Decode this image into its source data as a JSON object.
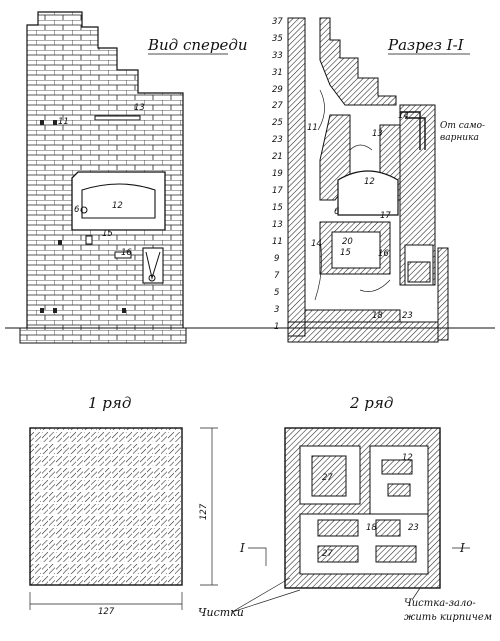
{
  "titles": {
    "front_view": "Вид спереди",
    "section": "Разрез I-I",
    "row1": "1 ряд",
    "row2": "2 ряд"
  },
  "front_labels": {
    "l11": "11",
    "l13": "13",
    "l12": "12",
    "l6": "6",
    "l15": "15",
    "l16": "16"
  },
  "section_rows": [
    "37",
    "35",
    "33",
    "31",
    "29",
    "27",
    "25",
    "23",
    "21",
    "19",
    "17",
    "15",
    "13",
    "11",
    "9",
    "7",
    "5",
    "3",
    "1"
  ],
  "section_labels": {
    "samovar": "От само-\nварника",
    "l14": "14",
    "l13": "13",
    "l11": "11",
    "l12": "12",
    "l6": "6",
    "l17": "17",
    "l20": "20",
    "l15": "15",
    "l16": "16",
    "l18": "18",
    "l23": "23",
    "l14b": "14"
  },
  "dimensions": {
    "width": "127",
    "depth": "127"
  },
  "plan2_labels": {
    "l12": "12",
    "l27": "27",
    "l18": "18",
    "l23": "23",
    "l27b": "27",
    "section_mark": "I"
  },
  "annotations": {
    "cleanouts": "Чистки",
    "cleanout_note": "Чистка-зало-\nжить кирпичем"
  }
}
